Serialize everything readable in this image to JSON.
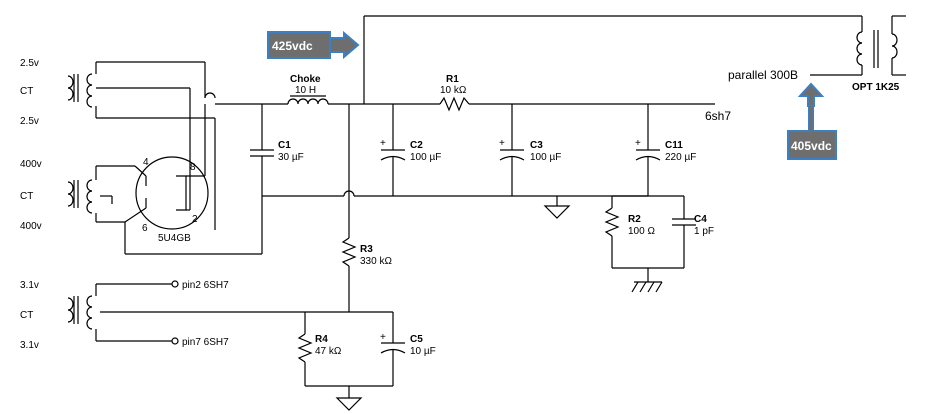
{
  "transformers": {
    "heater_5v": {
      "top": "2.5v",
      "ct": "CT",
      "bottom": "2.5v"
    },
    "hv": {
      "top": "400v",
      "ct": "CT",
      "bottom": "400v"
    },
    "heater_6v": {
      "top": "3.1v",
      "ct": "CT",
      "bottom": "3.1v"
    }
  },
  "tube": {
    "name": "5U4GB",
    "pin_4": "4",
    "pin_8": "8",
    "pin_6": "6",
    "pin_2": "2"
  },
  "heater_outputs": {
    "pin2": "pin2 6SH7",
    "pin7": "pin7 6SH7"
  },
  "components": {
    "choke": {
      "name": "Choke",
      "value": "10 H"
    },
    "r1": {
      "name": "R1",
      "value": "10 kΩ"
    },
    "r2": {
      "name": "R2",
      "value": "100 Ω"
    },
    "r3": {
      "name": "R3",
      "value": "330 kΩ"
    },
    "r4": {
      "name": "R4",
      "value": "47 kΩ"
    },
    "c1": {
      "name": "C1",
      "value": "30 µF"
    },
    "c2": {
      "name": "C2",
      "value": "100 µF"
    },
    "c3": {
      "name": "C3",
      "value": "100 µF"
    },
    "c4": {
      "name": "C4",
      "value": "1 pF"
    },
    "c5": {
      "name": "C5",
      "value": "10 µF"
    },
    "c11": {
      "name": "C11",
      "value": "220 µF"
    }
  },
  "nodes": {
    "tube_6sh7": "6sh7",
    "parallel_300b": "parallel 300B",
    "opt": "OPT 1K25"
  },
  "callouts": {
    "v425": "425vdc",
    "v405": "405vdc"
  },
  "colors": {
    "callout_fill": "#6e6e6e",
    "callout_arrow": "#3b7fc4"
  }
}
